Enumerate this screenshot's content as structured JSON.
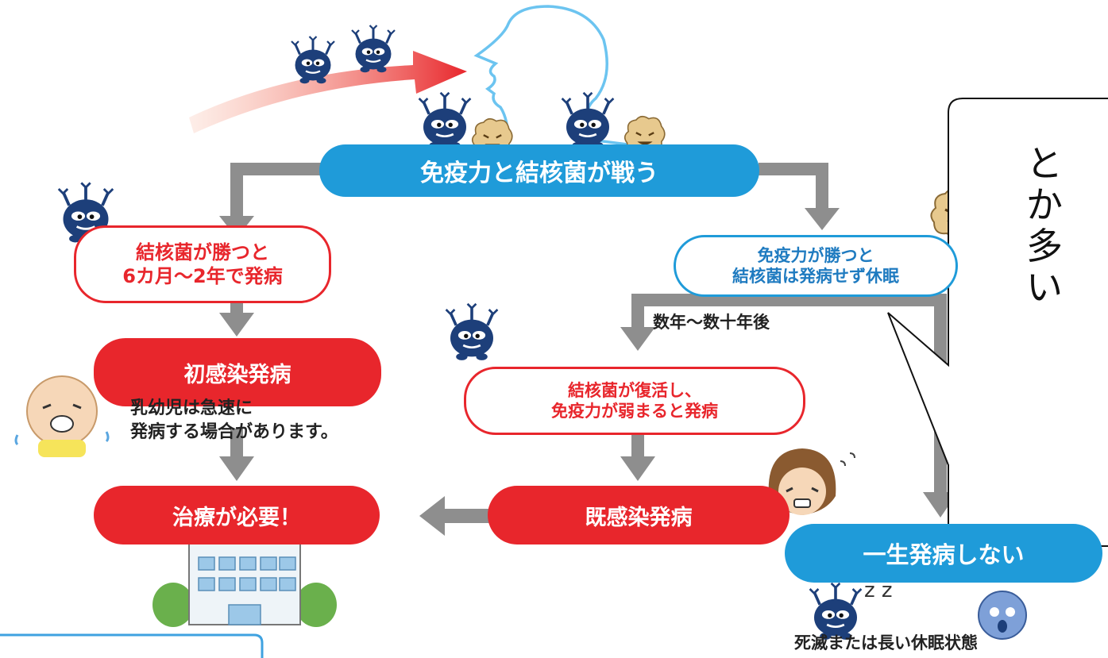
{
  "nodes": {
    "battle": "免疫力と結核菌が戦う",
    "tb_wins": "結核菌が勝つと\n6カ月〜2年で発病",
    "immune_wins": "免疫力が勝つと\n結核菌は発病せず休眠",
    "primary_onset": "初感染発病",
    "infant_note": "乳幼児は急速に\n発病する場合があります。",
    "years_later": "数年〜数十年後",
    "revive": "結核菌が復活し、\n免疫力が弱まると発病",
    "treatment": "治療が必要！",
    "reactivation_onset": "既感染発病",
    "never_onset": "一生発病しない",
    "dormant_note": "死滅または長い休眠状態"
  },
  "callout": {
    "text": "と\nか\n多\nい"
  },
  "icons": {
    "silhouette": "human-head-silhouette-icon",
    "bacteria": "tb-bacteria-devil-icon",
    "immune": "immune-cell-icon",
    "infant": "crying-infant-icon",
    "woman": "distressed-woman-icon",
    "hospital": "hospital-icon"
  },
  "colors": {
    "blue": "#1f9bd9",
    "red": "#e8262c",
    "arrow": "#8e8e8e",
    "bacteria": "#1d3f7a"
  }
}
